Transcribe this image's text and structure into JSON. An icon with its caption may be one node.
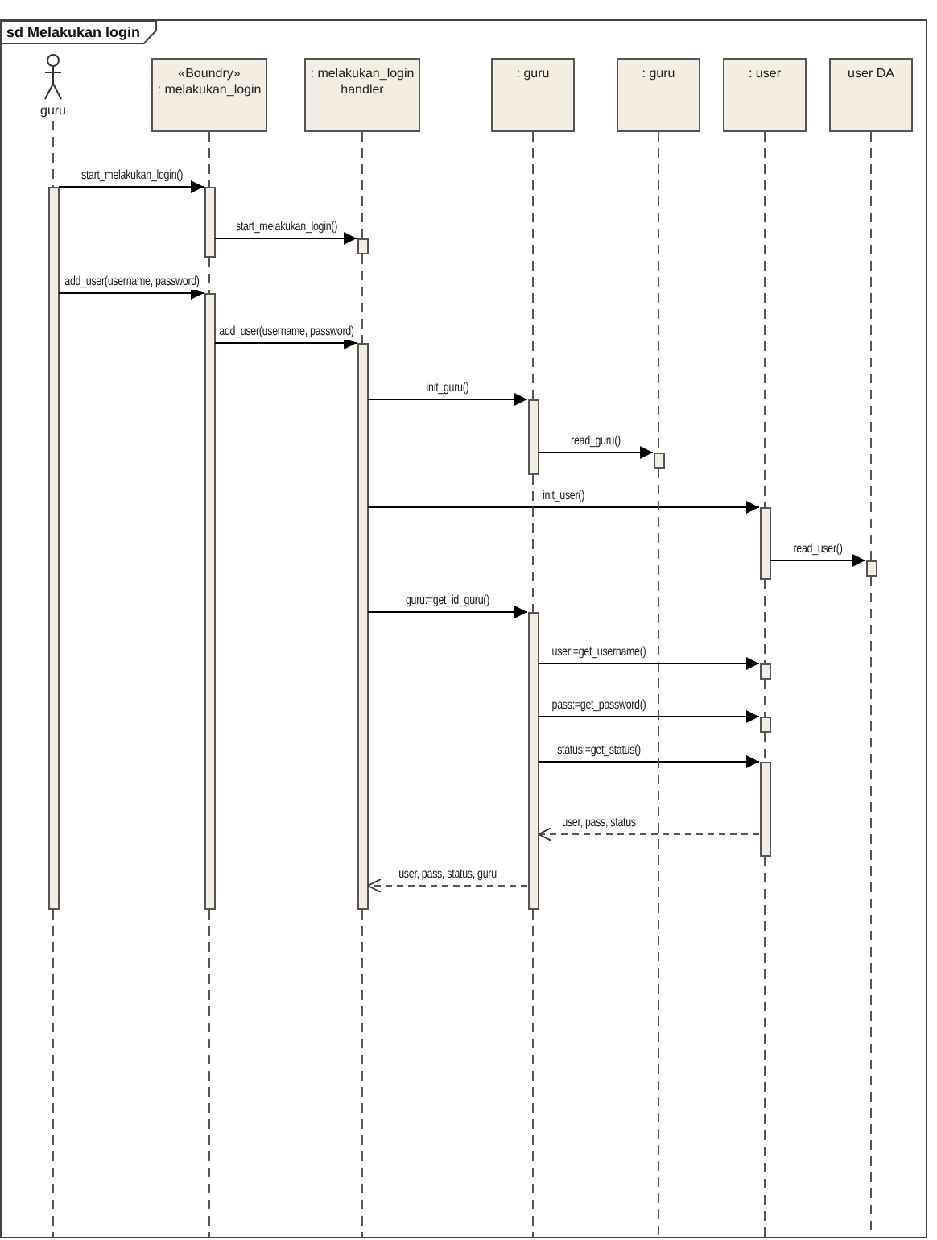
{
  "diagram": {
    "nodes": [
      {
        "text": [
          "sd Melakukan login"
        ]
      },
      {
        "text": [
          "guru"
        ],
        "in": 0
      },
      {
        "text": [
          "«Boundry»",
          ": melakukan_login"
        ],
        "in": 0
      },
      {
        "text": [
          ": melakukan_login handler"
        ],
        "in": 0
      },
      {
        "text": [
          ": guru"
        ],
        "in": 0
      },
      {
        "text": [
          ": guru"
        ],
        "in": 0
      },
      {
        "text": [
          ": user"
        ],
        "in": 0
      },
      {
        "text": [
          "user DA"
        ],
        "in": 0
      },
      {
        "text": [],
        "shape": "bar",
        "in": 0
      },
      {
        "text": [],
        "shape": "bar",
        "in": 0
      },
      {
        "text": [],
        "shape": "bar",
        "in": 0
      },
      {
        "text": [],
        "shape": "bar",
        "in": 0
      },
      {
        "text": [],
        "shape": "bar",
        "in": 0
      },
      {
        "text": [],
        "shape": "bar",
        "in": 0
      },
      {
        "text": [],
        "shape": "bar",
        "in": 0
      },
      {
        "text": [],
        "shape": "bar",
        "in": 0
      },
      {
        "text": [],
        "shape": "bar",
        "in": 0
      },
      {
        "text": [],
        "shape": "bar",
        "in": 0
      },
      {
        "text": [],
        "shape": "bar",
        "in": 0
      },
      {
        "text": [],
        "shape": "bar",
        "in": 0
      },
      {
        "text": [],
        "shape": "bar",
        "in": 0
      }
    ],
    "edges": [
      {
        "from": 8,
        "to": 9,
        "arrow": "to",
        "label": "start_melakukan_login()"
      },
      {
        "from": 9,
        "to": 10,
        "arrow": "to",
        "label": "start_melakukan_login()"
      },
      {
        "from": 8,
        "to": 11,
        "arrow": "to",
        "label": "add_user(username, password)"
      },
      {
        "from": 11,
        "to": 12,
        "arrow": "to",
        "label": "add_user(username, password)"
      },
      {
        "from": 12,
        "to": 13,
        "arrow": "to",
        "label": "init_guru()"
      },
      {
        "from": 13,
        "to": 14,
        "arrow": "to",
        "label": "read_guru()"
      },
      {
        "from": 12,
        "to": 15,
        "arrow": "to",
        "label": "init_user()"
      },
      {
        "from": 15,
        "to": 16,
        "arrow": "to",
        "label": "read_user()"
      },
      {
        "from": 12,
        "to": 17,
        "arrow": "to",
        "label": "guru:=get_id_guru()"
      },
      {
        "from": 17,
        "to": 18,
        "arrow": "to",
        "label": "user:=get_username()"
      },
      {
        "from": 17,
        "to": 19,
        "arrow": "to",
        "label": "pass:=get_password()"
      },
      {
        "from": 17,
        "to": 20,
        "arrow": "to",
        "label": "status:=get_status()"
      },
      {
        "from": 20,
        "to": 17,
        "arrow": "to",
        "label": "user, pass, status",
        "style": "dashed"
      },
      {
        "from": 17,
        "to": 12,
        "arrow": "to",
        "label": "user, pass, status, guru",
        "style": "dashed"
      },
      {
        "from": 1,
        "to": 8,
        "arrow": "none",
        "style": "dashed"
      },
      {
        "from": 8,
        "to": null,
        "arrow": "none",
        "style": "dashed"
      },
      {
        "from": 2,
        "to": 9,
        "arrow": "none",
        "style": "dashed"
      },
      {
        "from": 9,
        "to": 11,
        "arrow": "none",
        "style": "dashed"
      },
      {
        "from": 11,
        "to": null,
        "arrow": "none",
        "style": "dashed"
      },
      {
        "from": 3,
        "to": 10,
        "arrow": "none",
        "style": "dashed"
      },
      {
        "from": 10,
        "to": 12,
        "arrow": "none",
        "style": "dashed"
      },
      {
        "from": 12,
        "to": null,
        "arrow": "none",
        "style": "dashed"
      },
      {
        "from": 4,
        "to": 13,
        "arrow": "none",
        "style": "dashed"
      },
      {
        "from": 13,
        "to": 17,
        "arrow": "none",
        "style": "dashed"
      },
      {
        "from": 17,
        "to": null,
        "arrow": "none",
        "style": "dashed"
      },
      {
        "from": 5,
        "to": 14,
        "arrow": "none",
        "style": "dashed"
      },
      {
        "from": 14,
        "to": null,
        "arrow": "none",
        "style": "dashed"
      },
      {
        "from": 6,
        "to": 15,
        "arrow": "none",
        "style": "dashed"
      },
      {
        "from": 15,
        "to": 18,
        "arrow": "none",
        "style": "dashed"
      },
      {
        "from": 18,
        "to": 19,
        "arrow": "none",
        "style": "dashed"
      },
      {
        "from": 19,
        "to": 20,
        "arrow": "none",
        "style": "dashed"
      },
      {
        "from": 20,
        "to": null,
        "arrow": "none",
        "style": "dashed"
      },
      {
        "from": 7,
        "to": 16,
        "arrow": "none",
        "style": "dashed"
      },
      {
        "from": 16,
        "to": null,
        "arrow": "none",
        "style": "dashed"
      }
    ]
  }
}
